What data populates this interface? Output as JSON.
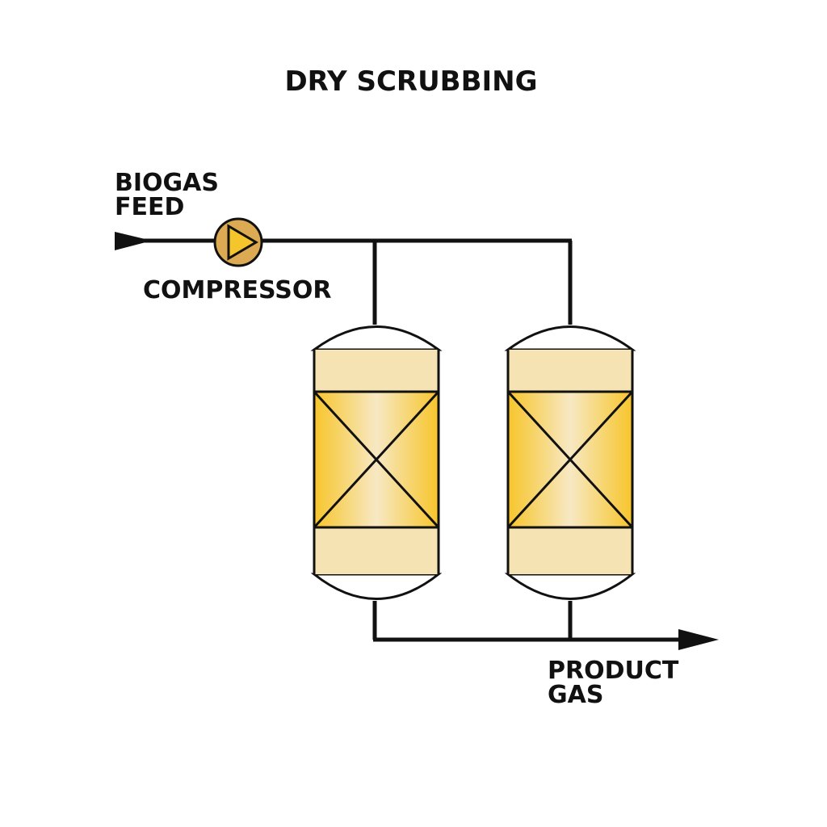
{
  "title": "DRY SCRUBBING",
  "labels": {
    "feed_line1": "BIOGAS",
    "feed_line2": "FEED",
    "compressor": "COMPRESSOR",
    "product_line1": "PRODUCT",
    "product_line2": "GAS"
  },
  "colors": {
    "line": "#111111",
    "vessel_band": "#f6e3b4",
    "packing_edge": "#f7c52a",
    "packing_center": "#f7e8c3",
    "compressor_fill": "#dbaa52",
    "compressor_triangle": "#f5c52c"
  },
  "icons": {
    "compressor": "compressor-icon",
    "vessel": "packed-vessel-icon",
    "arrow": "flow-arrow-icon"
  }
}
